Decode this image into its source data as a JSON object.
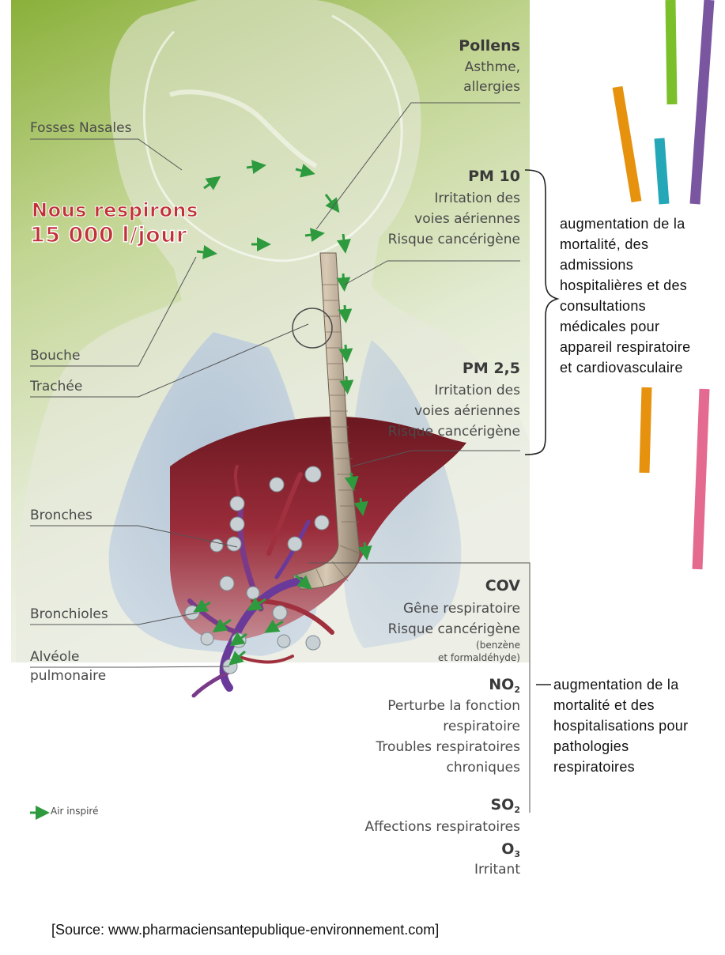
{
  "slogan": {
    "line1": "Nous respirons",
    "line2": "15 000 l/jour"
  },
  "anatomy_labels": {
    "fosses_nasales": "Fosses Nasales",
    "bouche": "Bouche",
    "trachee": "Trachée",
    "bronches": "Bronches",
    "bronchioles": "Bronchioles",
    "alveole_line1": "Alvéole",
    "alveole_line2": "pulmonaire"
  },
  "pollutants": {
    "pollens": {
      "name": "Pollens",
      "effects": [
        "Asthme,",
        "allergies"
      ]
    },
    "pm10": {
      "name": "PM 10",
      "effects": [
        "Irritation des",
        "voies aériennes",
        "Risque cancérigène"
      ]
    },
    "pm25": {
      "name": "PM 2,5",
      "effects": [
        "Irritation des",
        "voies aériennes",
        "Risque cancérigène"
      ]
    },
    "cov": {
      "name": "COV",
      "effects": [
        "Gêne respiratoire",
        "Risque cancérigène"
      ],
      "detail": [
        "(benzène",
        "et formaldéhyde)"
      ]
    },
    "no2": {
      "name": "NO",
      "subscript": "2",
      "effects": [
        "Perturbe la fonction",
        "respiratoire",
        "Troubles respiratoires",
        "chroniques"
      ]
    },
    "so2": {
      "name": "SO",
      "subscript": "2",
      "effects": [
        "Affections respiratoires"
      ]
    },
    "o3": {
      "name": "O",
      "subscript": "3",
      "effects": [
        "Irritant"
      ]
    }
  },
  "annotations": {
    "particles": [
      "augmentation de la",
      "mortalité, des",
      "admissions",
      "hospitalières et des",
      "consultations",
      "médicales pour",
      "appareil respiratoire",
      "et cardiovasculaire"
    ],
    "no2": [
      "augmentation de la",
      "mortalité et des",
      "hospitalisations pour",
      "pathologies",
      "respiratoires"
    ]
  },
  "legend": {
    "label": "Air inspiré"
  },
  "source": "[Source: www.pharmaciensantepublique-environnement.com]",
  "colors": {
    "arrow": "#2e9a3e",
    "slogan": "#c23038",
    "stripe_green": "#7bbf2a",
    "stripe_purple": "#7a55a0",
    "stripe_orange": "#e6920e",
    "stripe_teal": "#24a8b8",
    "stripe_pink": "#e46a8f"
  }
}
